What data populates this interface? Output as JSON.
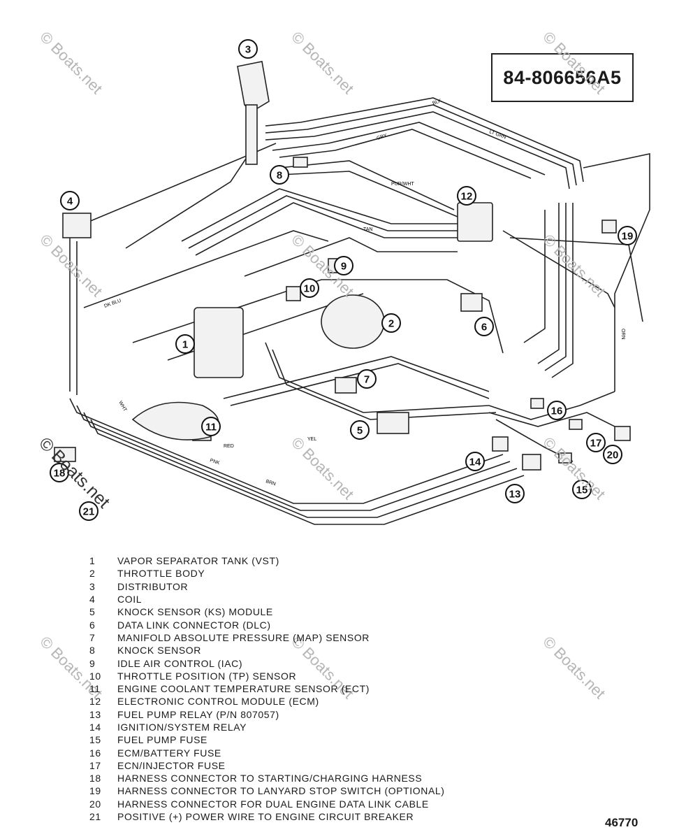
{
  "part_number": "84-806656A5",
  "figure_number": "46770",
  "watermark": "© Boats.net",
  "callouts": [
    {
      "n": "1"
    },
    {
      "n": "2"
    },
    {
      "n": "3"
    },
    {
      "n": "4"
    },
    {
      "n": "5"
    },
    {
      "n": "6"
    },
    {
      "n": "7"
    },
    {
      "n": "8"
    },
    {
      "n": "9"
    },
    {
      "n": "10"
    },
    {
      "n": "11"
    },
    {
      "n": "12"
    },
    {
      "n": "13"
    },
    {
      "n": "14"
    },
    {
      "n": "15"
    },
    {
      "n": "16"
    },
    {
      "n": "17"
    },
    {
      "n": "18"
    },
    {
      "n": "19"
    },
    {
      "n": "20"
    },
    {
      "n": "21"
    }
  ],
  "legend": [
    {
      "num": "1",
      "text": "VAPOR SEPARATOR TANK (VST)"
    },
    {
      "num": "2",
      "text": "THROTTLE BODY"
    },
    {
      "num": "3",
      "text": "DISTRIBUTOR"
    },
    {
      "num": "4",
      "text": "COIL"
    },
    {
      "num": "5",
      "text": "KNOCK SENSOR (KS) MODULE"
    },
    {
      "num": "6",
      "text": "DATA LINK CONNECTOR (DLC)"
    },
    {
      "num": "7",
      "text": "MANIFOLD ABSOLUTE PRESSURE (MAP) SENSOR"
    },
    {
      "num": "8",
      "text": "KNOCK SENSOR"
    },
    {
      "num": "9",
      "text": "IDLE AIR CONTROL (IAC)"
    },
    {
      "num": "10",
      "text": "THROTTLE POSITION (TP) SENSOR"
    },
    {
      "num": "11",
      "text": "ENGINE COOLANT TEMPERATURE SENSOR (ECT)"
    },
    {
      "num": "12",
      "text": "ELECTRONIC CONTROL MODULE (ECM)"
    },
    {
      "num": "13",
      "text": "FUEL PUMP RELAY (P/N 807057)"
    },
    {
      "num": "14",
      "text": "IGNITION/SYSTEM RELAY"
    },
    {
      "num": "15",
      "text": "FUEL PUMP FUSE"
    },
    {
      "num": "16",
      "text": "ECM/BATTERY FUSE"
    },
    {
      "num": "17",
      "text": "ECN/INJECTOR FUSE"
    },
    {
      "num": "18",
      "text": "HARNESS CONNECTOR TO STARTING/CHARGING HARNESS"
    },
    {
      "num": "19",
      "text": "HARNESS CONNECTOR TO LANYARD STOP SWITCH (OPTIONAL)"
    },
    {
      "num": "20",
      "text": "HARNESS CONNECTOR FOR DUAL ENGINE DATA LINK CABLE"
    },
    {
      "num": "21",
      "text": "POSITIVE (+) POWER WIRE TO ENGINE CIRCUIT BREAKER"
    }
  ],
  "wire_labels": [
    {
      "text": "BLK"
    },
    {
      "text": "GRY"
    },
    {
      "text": "LT GRN"
    },
    {
      "text": "TAN"
    },
    {
      "text": "PUR/WHT"
    },
    {
      "text": "DK BLU"
    },
    {
      "text": "PNK"
    },
    {
      "text": "RED"
    },
    {
      "text": "BRN"
    },
    {
      "text": "YEL"
    },
    {
      "text": "ORN"
    },
    {
      "text": "WHT"
    }
  ]
}
